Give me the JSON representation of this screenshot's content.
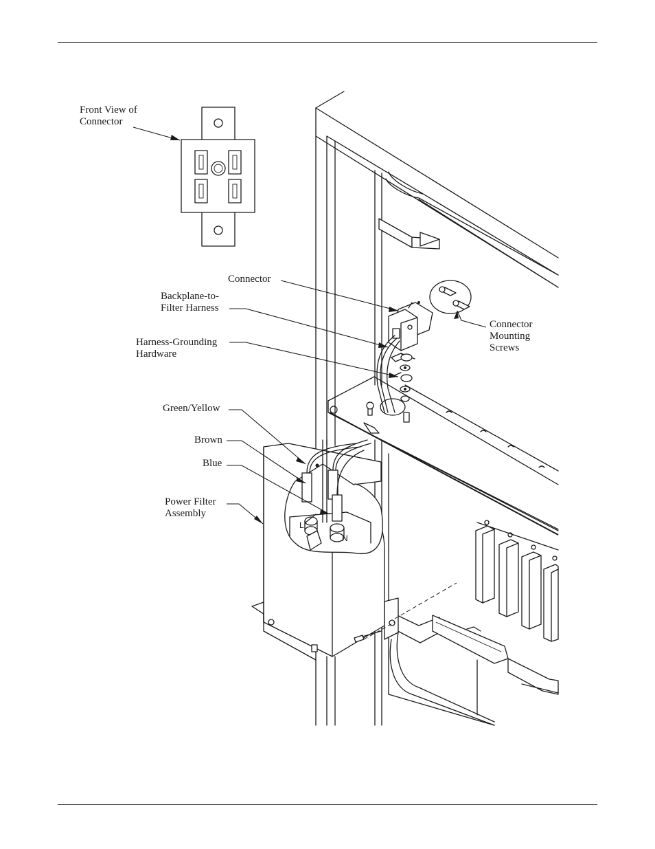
{
  "labels": {
    "front_view": [
      "Front View of",
      "Connector"
    ],
    "connector": [
      "Connector"
    ],
    "harness": [
      "Backplane-to-",
      "Filter Harness"
    ],
    "grounding": [
      "Harness-Grounding",
      "Hardware"
    ],
    "green_yellow": [
      "Green/Yellow"
    ],
    "brown": [
      "Brown"
    ],
    "blue": [
      "Blue"
    ],
    "power_filter": [
      "Power Filter",
      "Assembly"
    ],
    "mounting_screws": [
      "Connector",
      "Mounting",
      "Screws"
    ],
    "terminal_l": "L",
    "terminal_n": "N"
  }
}
